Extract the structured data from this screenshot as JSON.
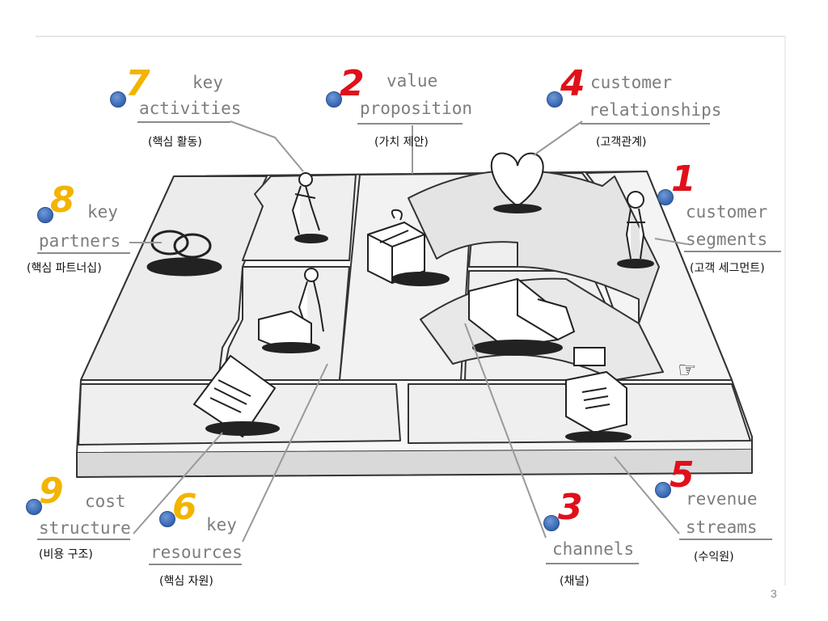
{
  "slide": {
    "page_number": "3"
  },
  "blocks": [
    {
      "id": "customer-segments",
      "number": "1",
      "number_color": "red",
      "label_line1": "customer",
      "label_line2": "segments",
      "korean": "(고객 세그먼트)"
    },
    {
      "id": "value-proposition",
      "number": "2",
      "number_color": "red",
      "label_line1": "value",
      "label_line2": "proposition",
      "korean": "(가치 제안)"
    },
    {
      "id": "channels",
      "number": "3",
      "number_color": "red",
      "label_line1": "channels",
      "label_line2": "",
      "korean": "(채널)"
    },
    {
      "id": "customer-relationships",
      "number": "4",
      "number_color": "red",
      "label_line1": "customer",
      "label_line2": "relationships",
      "korean": "(고객관계)"
    },
    {
      "id": "revenue-streams",
      "number": "5",
      "number_color": "red",
      "label_line1": "revenue",
      "label_line2": "streams",
      "korean": "(수익원)"
    },
    {
      "id": "key-resources",
      "number": "6",
      "number_color": "yellow",
      "label_line1": "key",
      "label_line2": "resources",
      "korean": "(핵심 자원)"
    },
    {
      "id": "key-activities",
      "number": "7",
      "number_color": "yellow",
      "label_line1": "key",
      "label_line2": "activities",
      "korean": "(핵심 활동)"
    },
    {
      "id": "key-partners",
      "number": "8",
      "number_color": "yellow",
      "label_line1": "key",
      "label_line2": "partners",
      "korean": "(핵심 파트너십)"
    },
    {
      "id": "cost-structure",
      "number": "9",
      "number_color": "yellow",
      "label_line1": "cost",
      "label_line2": "structure",
      "korean": "(비용 구조)"
    }
  ],
  "colors": {
    "red": "#e0101a",
    "yellow": "#f2b400",
    "dot": "#3564b0",
    "sketch": "#7d7d7d"
  }
}
